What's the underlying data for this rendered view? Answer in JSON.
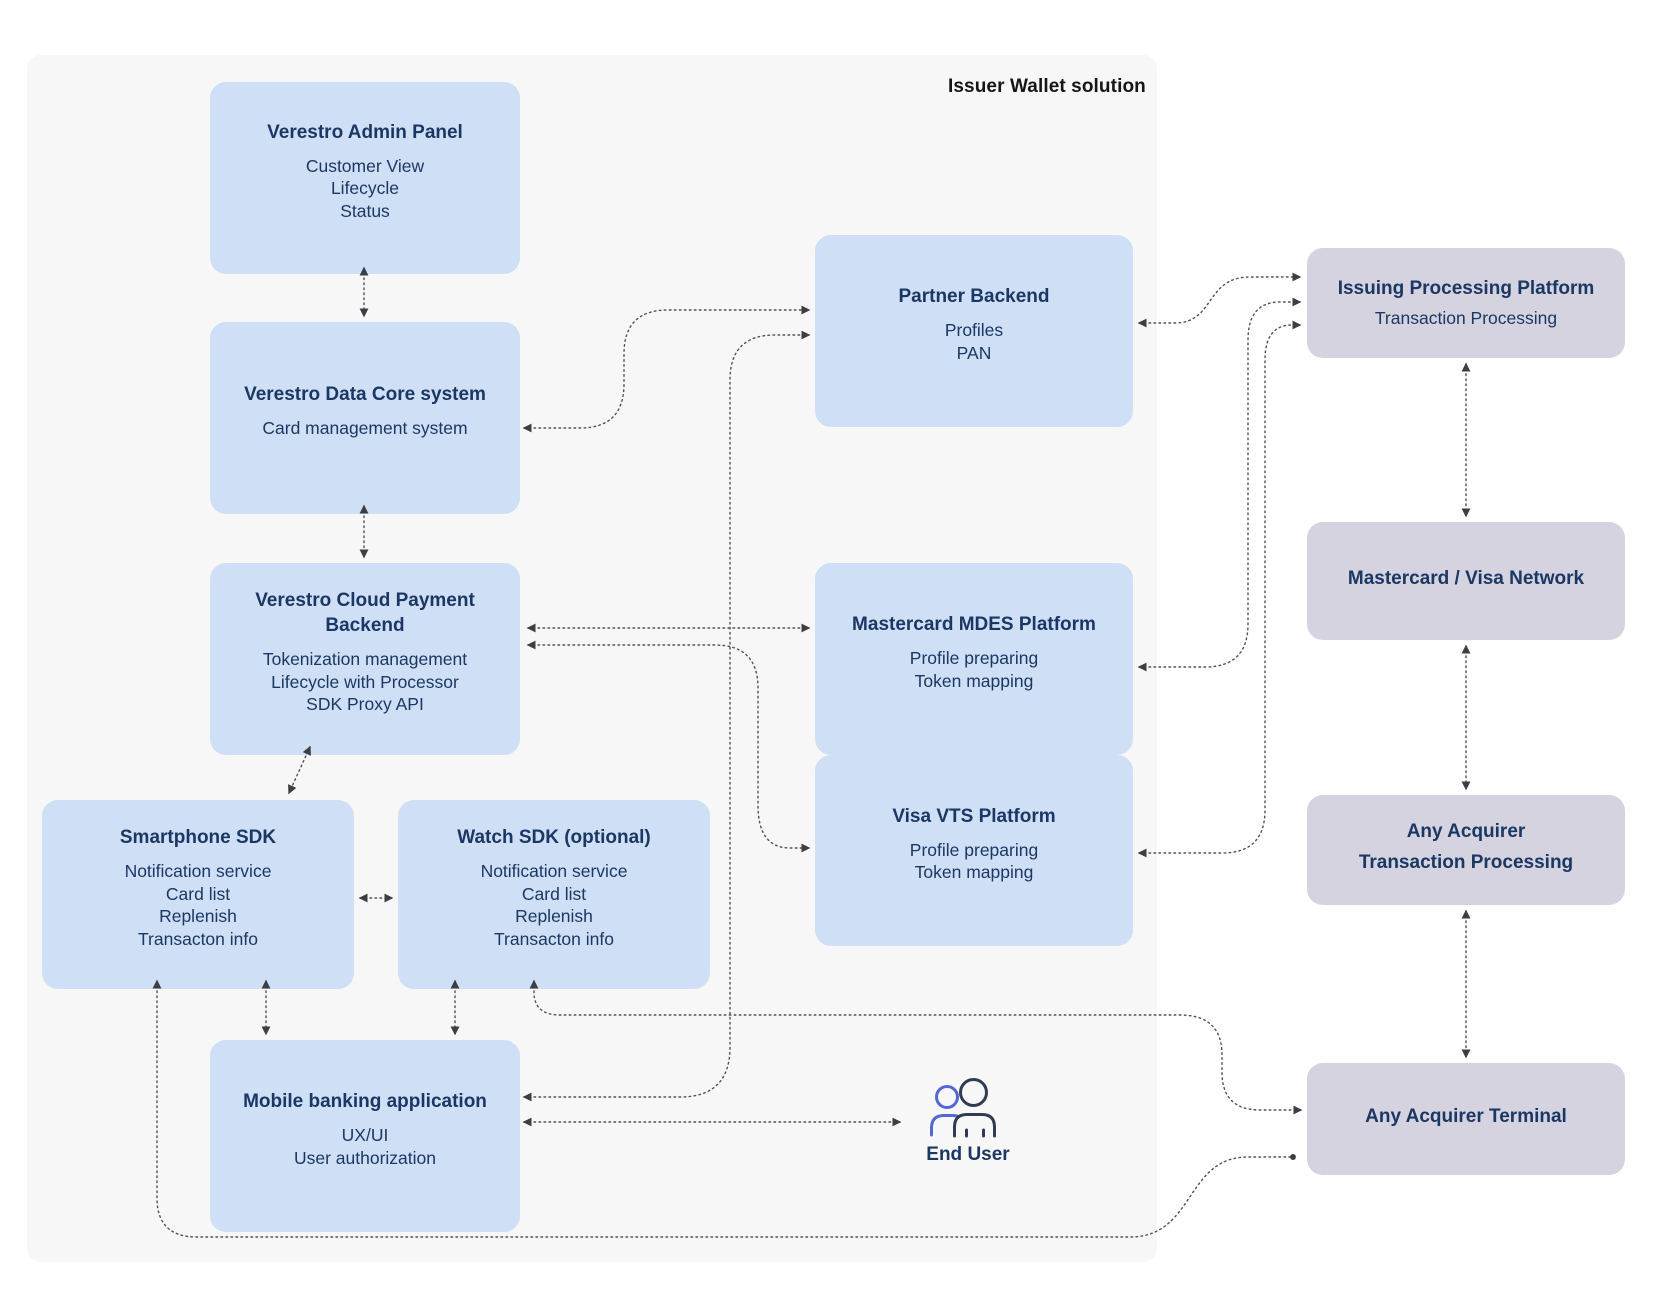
{
  "diagram_title": "Issuer Wallet solution",
  "colors": {
    "box_blue": "#cfe0f6",
    "box_gray": "#d5d3df",
    "panel_bg": "#f7f7f7",
    "text_navy": "#1b3763",
    "title_dark": "#161616",
    "connector": "#50505a",
    "end_user_front": "#303c52",
    "end_user_back": "#5368d6"
  },
  "boxes": {
    "admin": {
      "title": "Verestro Admin Panel",
      "lines": [
        "Customer View",
        "Lifecycle",
        "Status"
      ]
    },
    "datacore": {
      "title": "Verestro Data Core system",
      "lines": [
        "Card management system"
      ]
    },
    "cloudpay": {
      "title": "Verestro Cloud Payment Backend",
      "lines": [
        "Tokenization management",
        "Lifecycle with Processor",
        "SDK Proxy API"
      ]
    },
    "smartphone": {
      "title": "Smartphone SDK",
      "lines": [
        "Notification service",
        "Card list",
        "Replenish",
        "Transacton info"
      ]
    },
    "watch": {
      "title": "Watch SDK (optional)",
      "lines": [
        "Notification service",
        "Card list",
        "Replenish",
        "Transacton info"
      ]
    },
    "mobile": {
      "title": "Mobile banking application",
      "lines": [
        "UX/UI",
        "User authorization"
      ]
    },
    "partner": {
      "title": "Partner Backend",
      "lines": [
        "Profiles",
        "PAN"
      ]
    },
    "mdes": {
      "title": "Mastercard MDES Platform",
      "lines": [
        "Profile preparing",
        "Token mapping"
      ]
    },
    "vts": {
      "title": "Visa VTS Platform",
      "lines": [
        "Profile preparing",
        "Token mapping"
      ]
    },
    "issuing": {
      "title": "Issuing Processing Platform",
      "lines": [
        "Transaction Processing"
      ]
    },
    "network": {
      "title": "Mastercard / Visa Network",
      "lines": []
    },
    "anytp": {
      "title_lines": [
        "Any Acquirer",
        "Transaction Processing"
      ]
    },
    "terminal": {
      "title": "Any Acquirer Terminal",
      "lines": []
    }
  },
  "end_user": {
    "label": "End User"
  }
}
